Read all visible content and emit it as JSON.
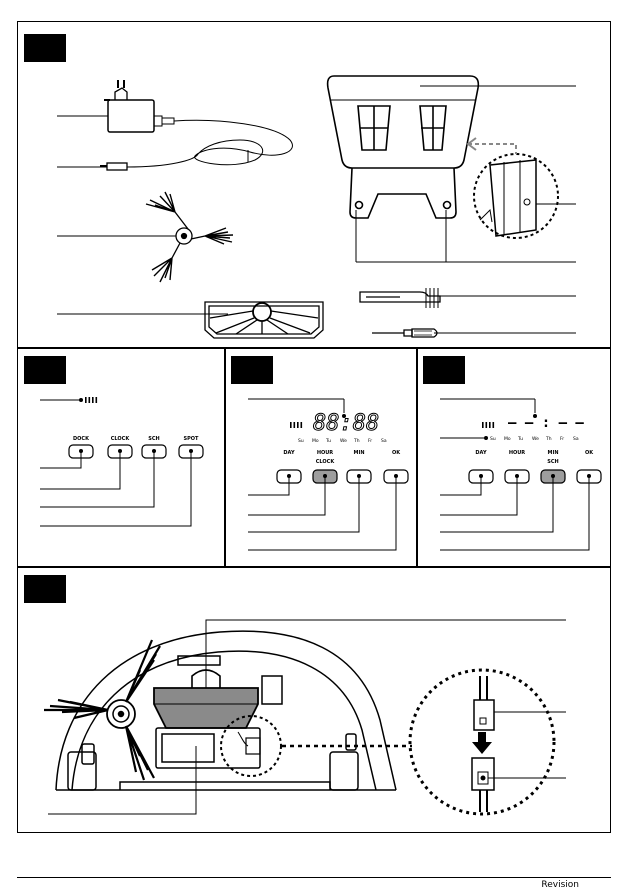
{
  "panel3": {
    "buttons": [
      "DOCK",
      "CLOCK",
      "SCH",
      "SPOT"
    ]
  },
  "panel4": {
    "time": "88:88",
    "days": [
      "Su",
      "Mo",
      "Tu",
      "We",
      "Th",
      "Fr",
      "Sa"
    ],
    "buttons": [
      "DAY",
      "HOUR",
      "MIN",
      "OK"
    ],
    "sub_label": "CLOCK"
  },
  "panel5": {
    "time": "– – : – –",
    "days": [
      "Su",
      "Mo",
      "Tu",
      "We",
      "Th",
      "Fr",
      "Sa"
    ],
    "buttons": [
      "DAY",
      "HOUR",
      "MIN",
      "OK"
    ],
    "sub_label": "SCH"
  },
  "footer": {
    "revision": "Revision"
  },
  "colors": {
    "ink": "#000000",
    "highlight_button": "#9e9e9e",
    "bin": "#8a8a8a"
  }
}
